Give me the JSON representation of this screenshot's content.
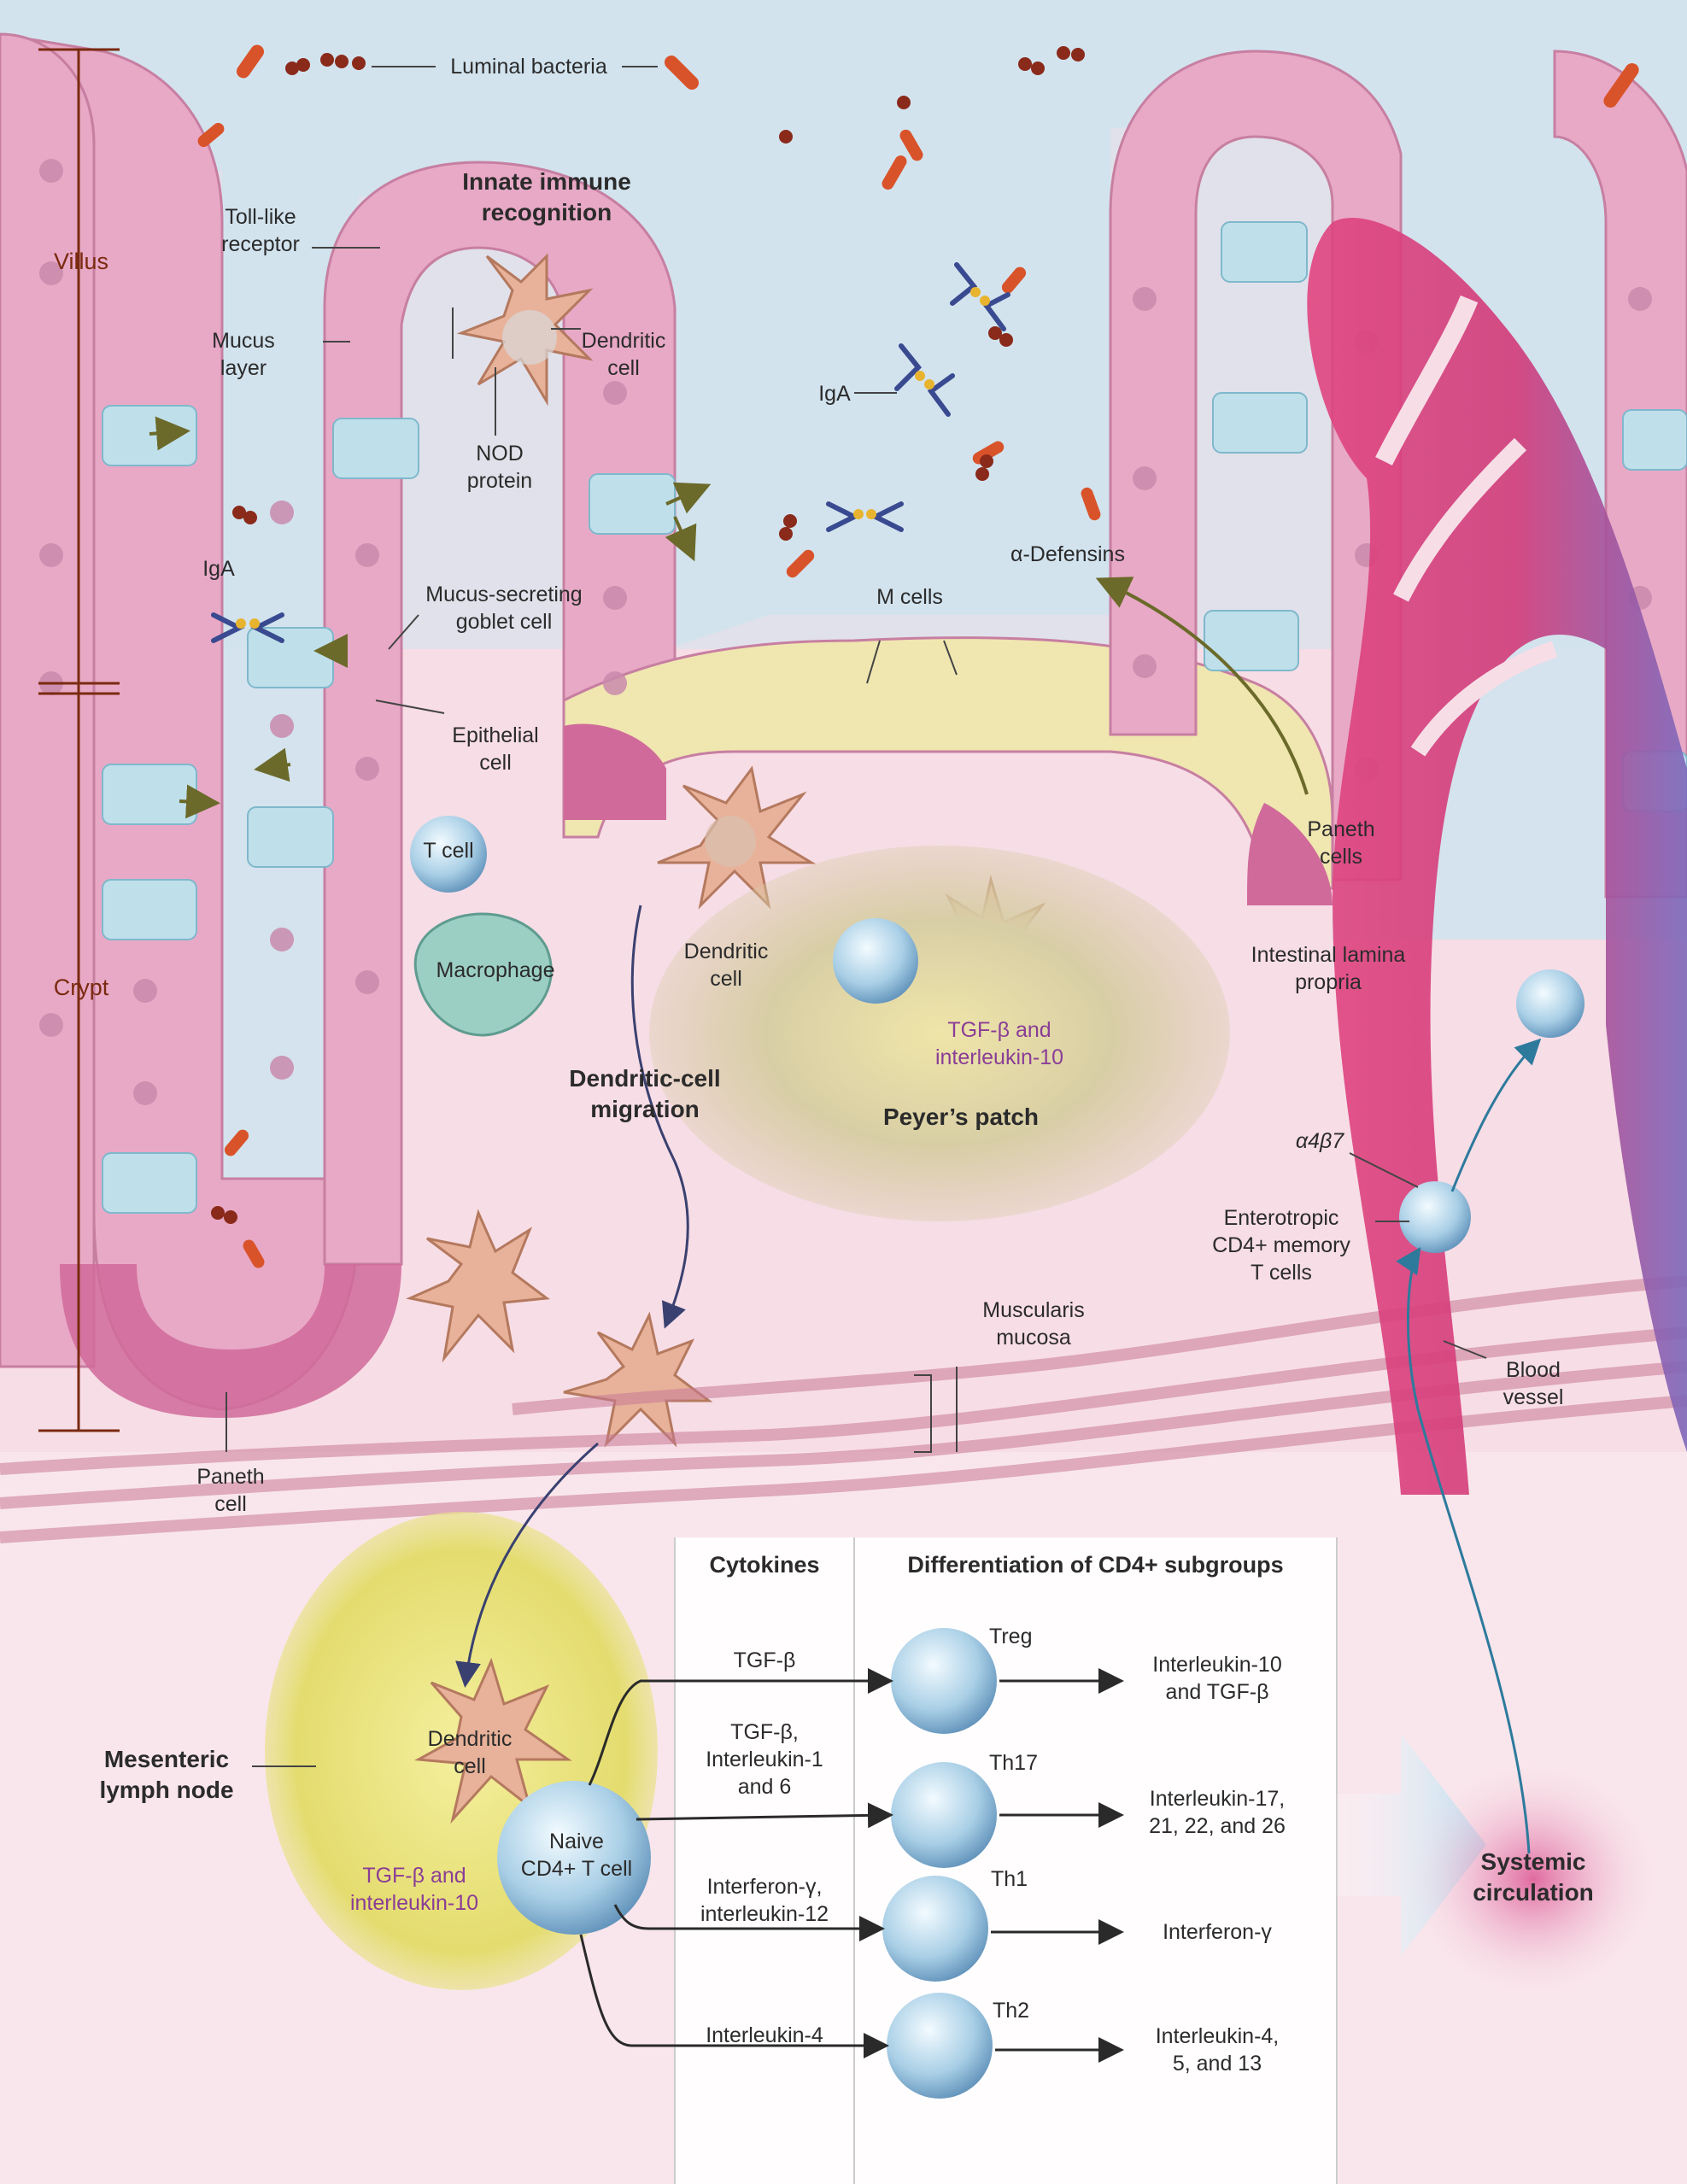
{
  "labels": {
    "luminal_bacteria": "Luminal bacteria",
    "innate_immune": "Innate immune\nrecognition",
    "toll_like": "Toll-like\nreceptor",
    "villus": "Villus",
    "mucus_layer": "Mucus\nlayer",
    "dendritic_cell_top": "Dendritic\ncell",
    "nod_protein": "NOD\nprotein",
    "iga_left": "IgA",
    "iga_center": "IgA",
    "mucus_secreting": "Mucus-secreting\ngoblet cell",
    "epithelial_cell": "Epithelial\ncell",
    "t_cell": "T cell",
    "macrophage": "Macrophage",
    "crypt": "Crypt",
    "m_cells": "M cells",
    "alpha_defensins": "α-Defensins",
    "paneth_cells_right": "Paneth\ncells",
    "dendritic_cell_mid": "Dendritic\ncell",
    "dc_migration": "Dendritic-cell\nmigration",
    "tgf_il10_peyer": "TGF-β and\ninterleukin-10",
    "peyers_patch": "Peyer’s patch",
    "intestinal_lamina": "Intestinal lamina\npropria",
    "a4b7": "α4β7",
    "enterotropic": "Enterotropic\nCD4+ memory\nT cells",
    "blood_vessel": "Blood\nvessel",
    "muscularis": "Muscularis\nmucosa",
    "paneth_cell_left": "Paneth\ncell",
    "mesenteric": "Mesenteric\nlymph node",
    "dendritic_cell_ln": "Dendritic\ncell",
    "naive": "Naive\nCD4+ T cell",
    "tgf_il10_ln": "TGF-β and\ninterleukin-10",
    "systemic": "Systemic\ncirculation"
  },
  "panel": {
    "cytokines_header": "Cytokines",
    "differentiation_header": "Differentiation of CD4+ subgroups",
    "rows": [
      {
        "cytokine": "TGF-β",
        "subgroup": "Treg",
        "output": "Interleukin-10\nand TGF-β"
      },
      {
        "cytokine": "TGF-β,\nInterleukin-1\nand 6",
        "subgroup": "Th17",
        "output": "Interleukin-17,\n21, 22, and 26"
      },
      {
        "cytokine": "Interferon-γ,\ninterleukin-12",
        "subgroup": "Th1",
        "output": "Interferon-γ"
      },
      {
        "cytokine": "Interleukin-4",
        "subgroup": "Th2",
        "output": "Interleukin-4,\n5, and 13"
      }
    ]
  },
  "colors": {
    "lumen": "#cfe3ee",
    "epithelium": "#e8a9c6",
    "goblet": "#bfe0ea",
    "paneth": "#d06a9a",
    "lamina": "#f7dde6",
    "peyer": "#cdbf9a",
    "vessel_red": "#d83a74",
    "vessel_blue": "#7767b8",
    "lymph_node": "#ece58a",
    "label_brown": "#7a2a10",
    "label_purple": "#8a3d96"
  }
}
